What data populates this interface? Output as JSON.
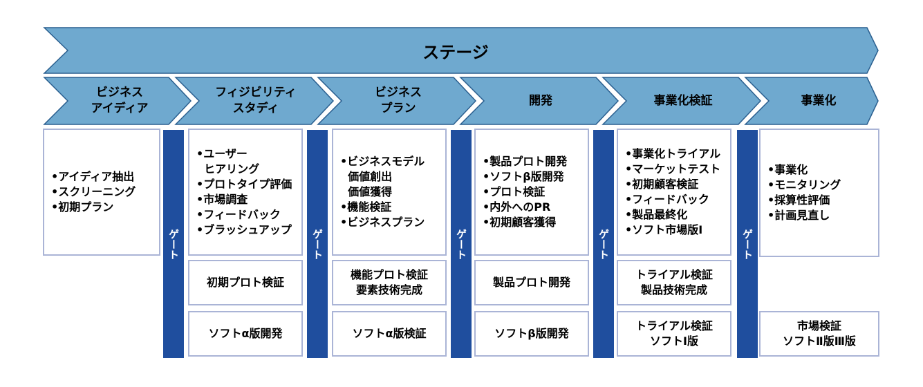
{
  "title": "ステージ",
  "gate_label": "ゲート",
  "stages": [
    {
      "label_lines": [
        "ビジネス",
        "アイディア"
      ]
    },
    {
      "label_lines": [
        "フィジビリティ",
        "スタディ"
      ]
    },
    {
      "label_lines": [
        "ビジネス",
        "プラン"
      ]
    },
    {
      "label_lines": [
        "開発"
      ]
    },
    {
      "label_lines": [
        "事業化検証"
      ]
    },
    {
      "label_lines": [
        "事業化"
      ]
    }
  ],
  "activities": [
    [
      "•アイディア抽出",
      "•スクリーニング",
      "•初期プラン"
    ],
    [
      "•ユーザー",
      "  ヒアリング",
      "•プロトタイプ評価",
      "•市場調査",
      "•フィードバック",
      "•ブラッシュアップ"
    ],
    [
      "•ビジネスモデル",
      "  価値創出",
      "  価値獲得",
      "•機能検証",
      "•ビジネスプラン"
    ],
    [
      "•製品プロト開発",
      "•ソフトβ版開発",
      "•プロト検証",
      "•内外へのPR",
      "•初期顧客獲得"
    ],
    [
      "•事業化トライアル",
      "•マーケットテスト",
      "•初期顧客検証",
      "•フィードバック",
      "•製品最終化",
      "•ソフト市場版Ⅰ"
    ],
    [
      "•事業化",
      "•モニタリング",
      "•採算性評価",
      "•計画見直し"
    ]
  ],
  "milestones_row1": [
    [
      "初期プロト検証"
    ],
    [
      "機能プロト検証",
      "要素技術完成"
    ],
    [
      "製品プロト開発"
    ],
    [
      "トライアル検証",
      "製品技術完成"
    ]
  ],
  "milestones_row2": [
    [
      "ソフトα版開発"
    ],
    [
      "ソフトα版検証"
    ],
    [
      "ソフトβ版開発"
    ],
    [
      "トライアル検証",
      "ソフトⅠ版"
    ],
    [
      "市場検証",
      "ソフトⅡ版Ⅲ版"
    ]
  ],
  "colors": {
    "arrow_fill": "#6fa9cf",
    "arrow_stroke": "#2a5f8f",
    "gate": "#1f4e9e",
    "box_border": "#aab4d6"
  }
}
